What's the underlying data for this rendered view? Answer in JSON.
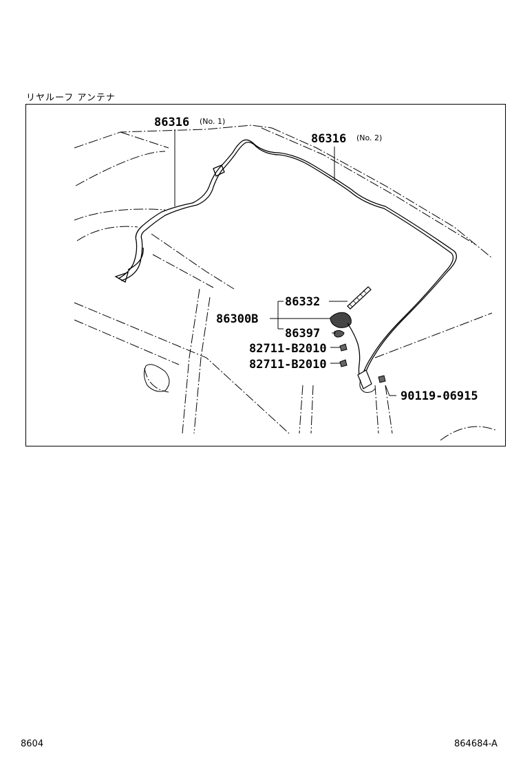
{
  "section_title": "リヤルーフ アンテナ",
  "labels": {
    "p86316_no1": "86316",
    "p86316_no1_suffix": "(No. 1)",
    "p86316_no2": "86316",
    "p86316_no2_suffix": "(No. 2)",
    "p86332": "86332",
    "p86300b": "86300B",
    "p86397": "86397",
    "p82711_a": "82711-B2010",
    "p82711_b": "82711-B2010",
    "p90119": "90119-06915"
  },
  "footer": {
    "left": "8604",
    "right": "864684-A"
  }
}
